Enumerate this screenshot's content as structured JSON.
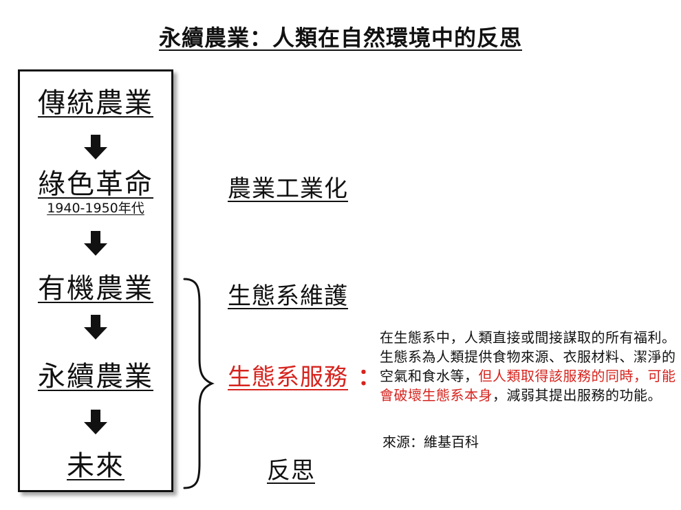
{
  "title": "永續農業：人類在自然環境中的反思",
  "stages": {
    "traditional": "傳統農業",
    "green_revolution": "綠色革命",
    "green_revolution_date": "1940-1950年代",
    "organic": "有機農業",
    "sustainable": "永續農業",
    "future": "未來"
  },
  "labels": {
    "industrialization": "農業工業化",
    "ecosystem_maintenance": "生態系維護",
    "ecosystem_services": "生態系服務",
    "colon": "：",
    "reflection": "反思"
  },
  "definition": {
    "part1": "在生態系中，人類直接或間接謀取的所有福利。生態系為人類提供食物來源、衣服材料、潔淨的空氣和食水等，",
    "part2_red": "但人類取得該服務的同時，可能會破壞生態系本身",
    "part3": "，減弱其提出服務的功能。"
  },
  "source": "來源：維基百科",
  "colors": {
    "accent_red": "#d6231d",
    "text": "#111111"
  },
  "icons": {
    "arrow": "arrow-down-icon",
    "brace": "curly-brace-icon"
  }
}
